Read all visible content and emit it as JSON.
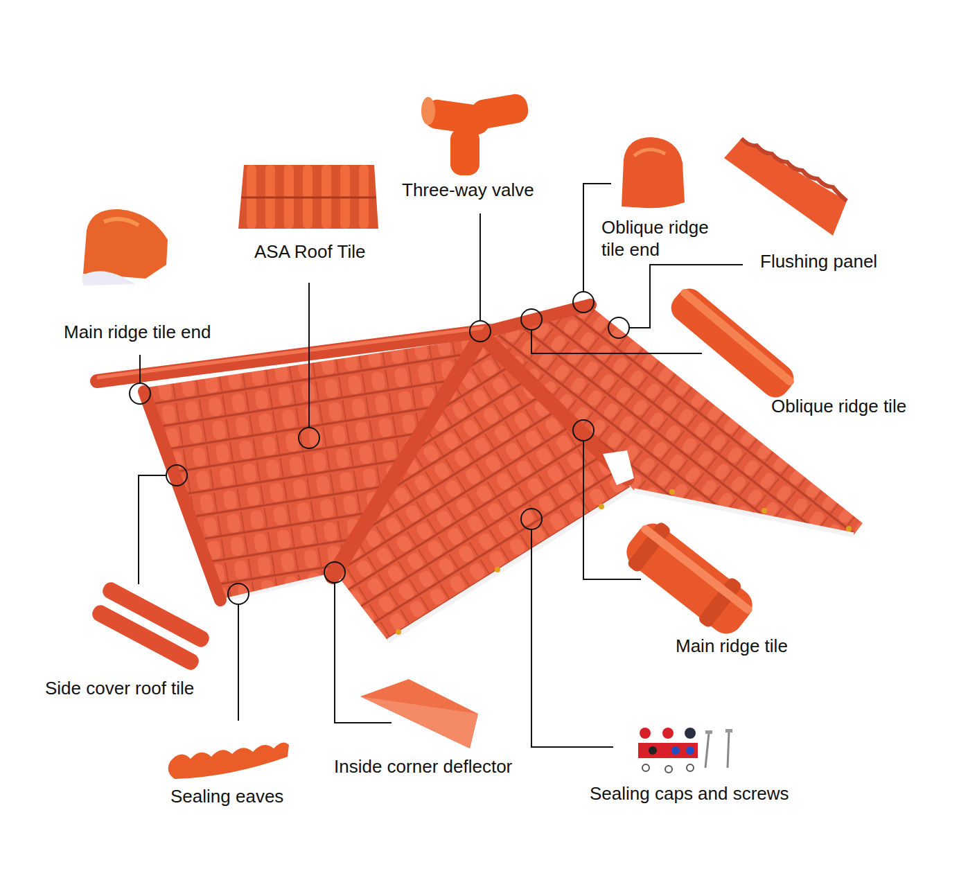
{
  "diagram": {
    "labels": [
      "Three-way valve",
      "Oblique ridge tile end",
      "Flushing panel",
      "ASA Roof Tile",
      "Main ridge tile end",
      "Oblique ridge tile",
      "Main ridge tile",
      "Side cover roof tile",
      "Inside corner deflector",
      "Sealing caps and screws",
      "Sealing eaves"
    ]
  }
}
